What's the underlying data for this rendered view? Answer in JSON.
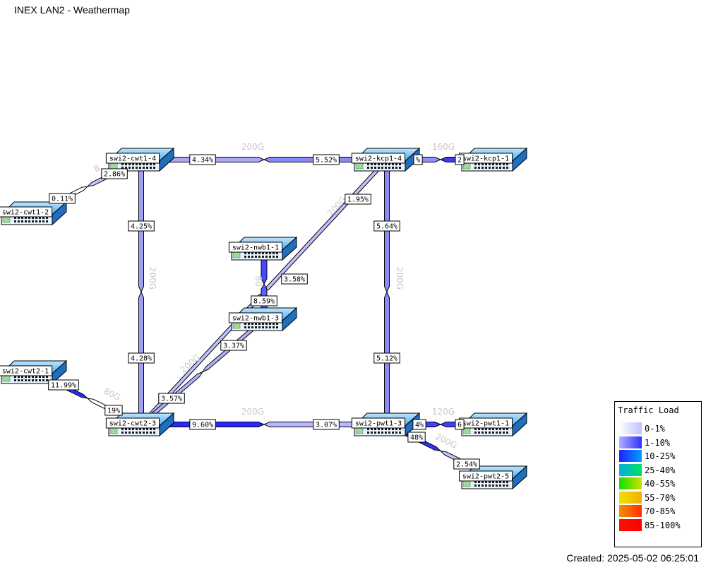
{
  "title": "INEX LAN2 - Weathermap",
  "created": "Created: 2025-05-02 06:25:01",
  "legend": {
    "title": "Traffic Load",
    "items": [
      {
        "label": "0-1%",
        "from": "#ffffff",
        "to": "#c0c0ff"
      },
      {
        "label": "1-10%",
        "from": "#b0b0ff",
        "to": "#3030ff"
      },
      {
        "label": "10-25%",
        "from": "#2020ff",
        "to": "#00a0ff"
      },
      {
        "label": "25-40%",
        "from": "#00b0e0",
        "to": "#00e060"
      },
      {
        "label": "40-55%",
        "from": "#10e000",
        "to": "#d0e000"
      },
      {
        "label": "55-70%",
        "from": "#f0e000",
        "to": "#f0b000"
      },
      {
        "label": "70-85%",
        "from": "#f09000",
        "to": "#ff3000"
      },
      {
        "label": "85-100%",
        "from": "#ff1000",
        "to": "#ff0000"
      }
    ]
  },
  "nodes": [
    {
      "id": "cwt14",
      "label": "swi2-cwt1-4"
    },
    {
      "id": "kcp14",
      "label": "swi2-kcp1-4"
    },
    {
      "id": "kcp11",
      "label": "swi2-kcp1-1"
    },
    {
      "id": "cwt12",
      "label": "swi2-cwt1-2"
    },
    {
      "id": "nwb11",
      "label": "swi2-nwb1-1"
    },
    {
      "id": "nwb13",
      "label": "swi2-nwb1-3"
    },
    {
      "id": "cwt21",
      "label": "swi2-cwt2-1"
    },
    {
      "id": "cwt23",
      "label": "swi2-cwt2-3"
    },
    {
      "id": "pwt13",
      "label": "swi2-pwt1-3"
    },
    {
      "id": "pwt11",
      "label": "swi2-pwt1-1"
    },
    {
      "id": "pwt25",
      "label": "swi2-pwt2-5"
    }
  ],
  "links": [
    {
      "bw": "200G",
      "labels": [
        "4.34%",
        "5.52%"
      ],
      "colors": [
        "#a8a8ff",
        "#8888ff"
      ]
    },
    {
      "bw": "160G",
      "labels": [
        "%",
        "2"
      ],
      "colors": [
        "#9090ff",
        "#3a3aff"
      ]
    },
    {
      "bw": "8",
      "labels": [
        "2.86%",
        "0.11%"
      ],
      "colors": [
        "#c4c4ff",
        "#ffffff"
      ]
    },
    {
      "bw": "200G",
      "labels": [
        "4.25%",
        "4.28%"
      ],
      "colors": [
        "#a0a0f8",
        "#a0a0f8"
      ]
    },
    {
      "bw": "200G",
      "labels": [
        "1.95%",
        "3.37%"
      ],
      "colors": [
        "#c0c0ff",
        "#c0c0ff"
      ]
    },
    {
      "bw": "200G",
      "labels": [
        "5.64%",
        "5.12%"
      ],
      "colors": [
        "#8c8cf8",
        "#8c8cf8"
      ]
    },
    {
      "bw": "80",
      "labels": [
        "8.59%",
        "3.58%"
      ],
      "colors": [
        "#4848ff",
        "#6060ff"
      ]
    },
    {
      "bw": "200G",
      "labels": [
        "3.57%"
      ],
      "colors": [
        "#b0b0f8"
      ]
    },
    {
      "bw": "80G",
      "labels": [
        "11.99%",
        "19%"
      ],
      "colors": [
        "#2a2aff",
        "#ffffff"
      ]
    },
    {
      "bw": "200G",
      "labels": [
        "9.60%",
        "3.07%"
      ],
      "colors": [
        "#2828ff",
        "#b8b8ff"
      ]
    },
    {
      "bw": "120G",
      "labels": [
        "4%",
        "6"
      ],
      "colors": [
        "#4040ff",
        "#4040ff"
      ]
    },
    {
      "bw": "200G",
      "labels": [
        "48%",
        "2.54%"
      ],
      "colors": [
        "#3030ff",
        "#c4c4ff"
      ]
    }
  ]
}
